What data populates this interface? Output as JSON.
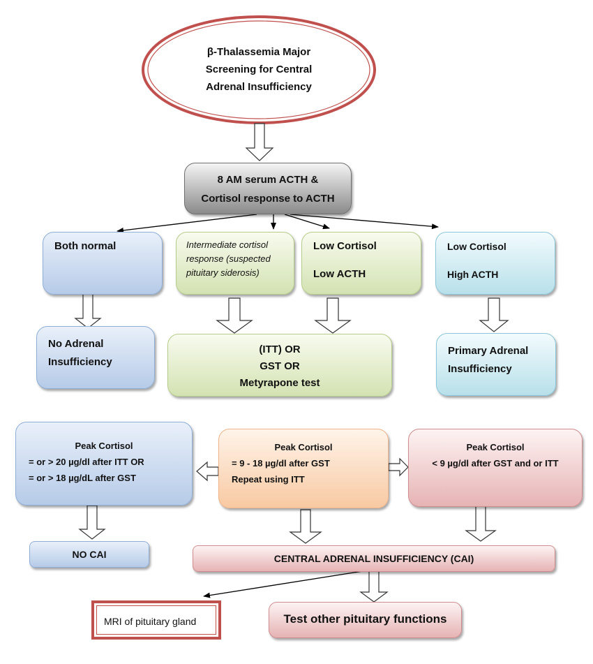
{
  "title_node": {
    "lines": [
      "β-Thalassemia Major",
      "Screening for Central",
      "Adrenal Insufficiency"
    ]
  },
  "initial_test": {
    "lines": [
      "8 AM serum ACTH &",
      "Cortisol response to ACTH"
    ]
  },
  "results": {
    "both_normal": {
      "lines": [
        "Both normal"
      ]
    },
    "intermediate": {
      "lines": [
        "Intermediate cortisol",
        "response (suspected",
        "pituitary siderosis)"
      ]
    },
    "low_low": {
      "lines": [
        "Low Cortisol",
        "Low ACTH"
      ]
    },
    "low_high": {
      "lines": [
        "Low Cortisol",
        "High ACTH"
      ]
    }
  },
  "outcomes": {
    "no_ai": {
      "lines": [
        "No Adrenal",
        "Insufficiency"
      ]
    },
    "stim_tests": {
      "lines": [
        "(ITT)  OR",
        "GST  OR",
        "Metyrapone test"
      ]
    },
    "primary_ai": {
      "lines": [
        "Primary Adrenal",
        "Insufficiency"
      ]
    }
  },
  "peak": {
    "normal": {
      "lines": [
        "Peak Cortisol",
        "=  or > 20 µg/dl after ITT  OR",
        "= or > 18 µg/dL after GST"
      ]
    },
    "intermediate": {
      "lines": [
        "Peak Cortisol",
        "= 9 - 18 µg/dl after GST",
        "Repeat using ITT"
      ]
    },
    "low": {
      "lines": [
        "Peak Cortisol",
        "< 9 µg/dl after GST and or ITT"
      ]
    }
  },
  "final": {
    "no_cai": "NO CAI",
    "cai": "CENTRAL ADRENAL INSUFFICIENCY (CAI)",
    "mri": "MRI of pituitary gland",
    "test_other": "Test other pituitary functions"
  },
  "colors": {
    "ellipse_border": "#c0504d",
    "blue": "#b6cbe8",
    "green": "#d3e2b2",
    "cyan": "#b8e0ea",
    "peach": "#f8c9a2",
    "pink": "#e6b3b4",
    "gray": "#8a8a8a"
  }
}
